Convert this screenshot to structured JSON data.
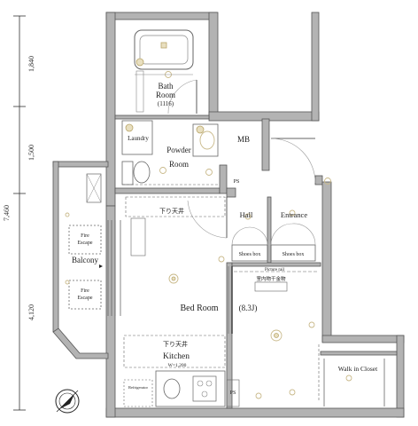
{
  "dimensions": {
    "total": "7,460",
    "segments": [
      "1,840",
      "1,500",
      "4,120"
    ]
  },
  "rooms": {
    "bath": {
      "line1": "Bath",
      "line2": "Room",
      "line3": "(1116)"
    },
    "laundry": "Laundry",
    "powder": {
      "line1": "Powder",
      "line2": "Room"
    },
    "mb": "MB",
    "ps_upper": "PS",
    "ps_lower": "PS",
    "sagari_upper": "下り天井",
    "sagari_lower": "下り天井",
    "hall": "Hall",
    "entrance": "Entrance",
    "shoes_box_left": "Shoes box",
    "shoes_box_right": "Shoes box",
    "picture_rail": "Picture rail",
    "ceiling_dryer": "室内物干金物",
    "balcony": "Balcony",
    "fire_escape_upper": {
      "line1": "Fire",
      "line2": "Escape"
    },
    "fire_escape_lower": {
      "line1": "Fire",
      "line2": "Escape"
    },
    "bedroom": "Bed Room",
    "bedroom_size": "(8.3J)",
    "kitchen": "Kitchen",
    "kitchen_width": "W=1,200",
    "walk_in_closet": "Walk in Closet",
    "refrigerator": "Refrigerator"
  },
  "colors": {
    "wall_fill": "#b3b3b3",
    "wall_stroke": "#555555",
    "fixture_gold": "#c9b98a"
  }
}
